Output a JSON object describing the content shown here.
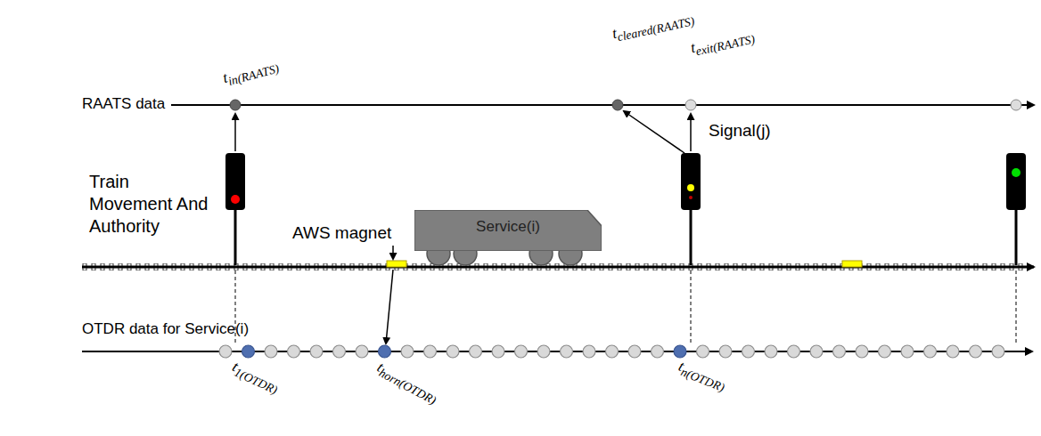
{
  "diagram": {
    "nodes": [
      {
        "text": [
          "Service(i)"
        ]
      }
    ],
    "labels": [
      "RAATS data",
      "Train Movement And Authority",
      "OTDR data for Service(i)",
      "AWS magnet",
      "Signal(j)",
      "tin(RAATS)",
      "tcleared(RAATS)",
      "texit(RAATS)",
      "t1(OTDR)",
      "thorn(OTDR)",
      "tn(OTDR)"
    ]
  }
}
